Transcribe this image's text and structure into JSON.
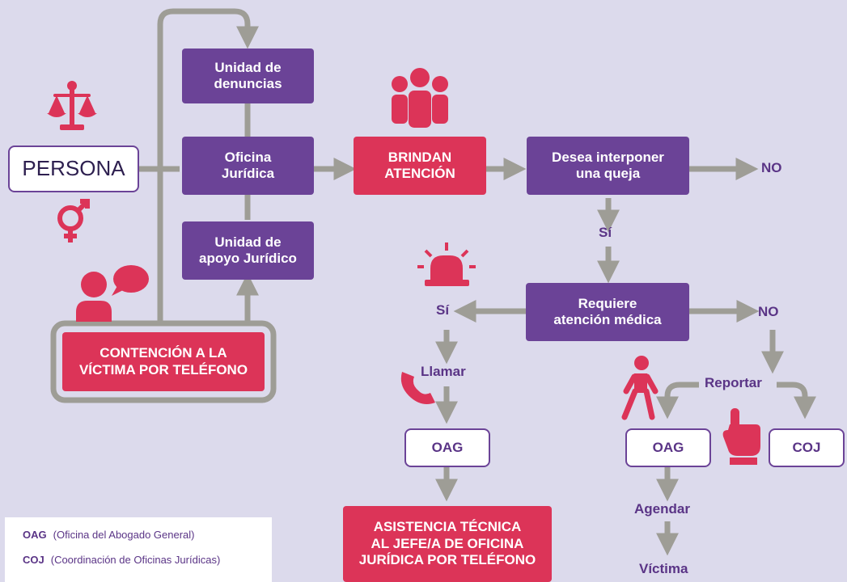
{
  "colors": {
    "background": "#dcdaec",
    "purple": "#6b4397",
    "red": "#dc3458",
    "arrow": "#9e9d96",
    "text": "#5a3486"
  },
  "icons": [
    "scales-icon",
    "gender-icon",
    "speaking-person-icon",
    "group-people-icon",
    "alarm-light-icon",
    "phone-icon",
    "walking-person-icon",
    "pointing-hand-icon"
  ],
  "nodes": {
    "persona": "PERSONA",
    "unidad_denuncias": "Unidad de\ndenuncias",
    "oficina_juridica": "Oficina\nJurídica",
    "unidad_apoyo": "Unidad de\napoyo Jurídico",
    "contencion": "CONTENCIÓN A LA\nVÍCTIMA POR TELÉFONO",
    "brindan": "BRINDAN\nATENCIÓN",
    "desea_queja": "Desea interponer\nuna queja",
    "requiere_medica": "Requiere\natención médica",
    "oag_left": "OAG",
    "oag_right": "OAG",
    "coj": "COJ",
    "asistencia": "ASISTENCIA TÉCNICA\nAL JEFE/A DE OFICINA\nJURÍDICA POR TELÉFONO"
  },
  "labels": {
    "no_top": "NO",
    "si_mid": "Sí",
    "si_left": "Sí",
    "no_right": "NO",
    "llamar": "Llamar",
    "reportar": "Reportar",
    "agendar": "Agendar",
    "victima": "Víctima"
  },
  "legend": [
    {
      "abbr": "OAG",
      "desc": "(Oficina del Abogado General)"
    },
    {
      "abbr": "COJ",
      "desc": "(Coordinación de Oficinas Jurídicas)"
    }
  ]
}
